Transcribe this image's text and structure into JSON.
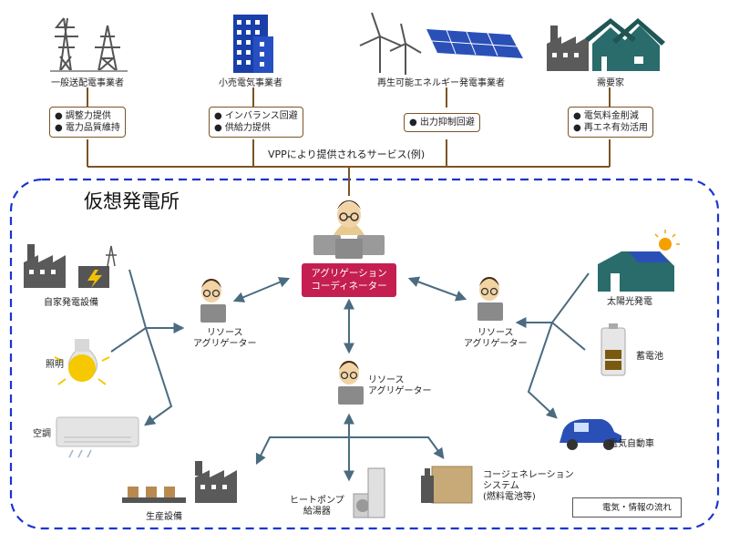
{
  "title": "仮想発電所",
  "service_bar_label": "VPPにより提供されるサービス(例)",
  "beneficiaries": [
    {
      "label": "一般送配電事業者",
      "icon": "transmission-tower-icon",
      "services": [
        "調整力提供",
        "電力品質維持"
      ]
    },
    {
      "label": "小売電気事業者",
      "icon": "office-building-icon",
      "services": [
        "インバランス回避",
        "供給力提供"
      ]
    },
    {
      "label": "再生可能エネルギー発電事業者",
      "icon": "wind-solar-icon",
      "services": [
        "出力抑制回避"
      ]
    },
    {
      "label": "需要家",
      "icon": "factory-house-icon",
      "services": [
        "電気料金削減",
        "再エネ有効活用"
      ]
    }
  ],
  "coordinator": {
    "line1": "アグリゲーション",
    "line2": "コーディネーター"
  },
  "resource_aggregator": {
    "line1": "リソース",
    "line2": "アグリゲーター"
  },
  "resources_left": [
    "自家発電設備",
    "照明",
    "空調"
  ],
  "resources_right": [
    "太陽光発電",
    "蓄電池",
    "電気自動車"
  ],
  "resources_bottom": {
    "production": "生産設備",
    "heatpump": [
      "ヒートポンプ",
      "給湯器"
    ],
    "cogeneration": [
      "コージェネレーション",
      "システム",
      "(燃料電池等)"
    ]
  },
  "legend": "電気・情報の流れ",
  "colors": {
    "accent": "#c41f50",
    "brown": "#7a5526",
    "teal": "#2a6b6b",
    "navy": "#1a3fa8",
    "arrow": "#4a6b80",
    "dashed": "#1a35d0"
  }
}
